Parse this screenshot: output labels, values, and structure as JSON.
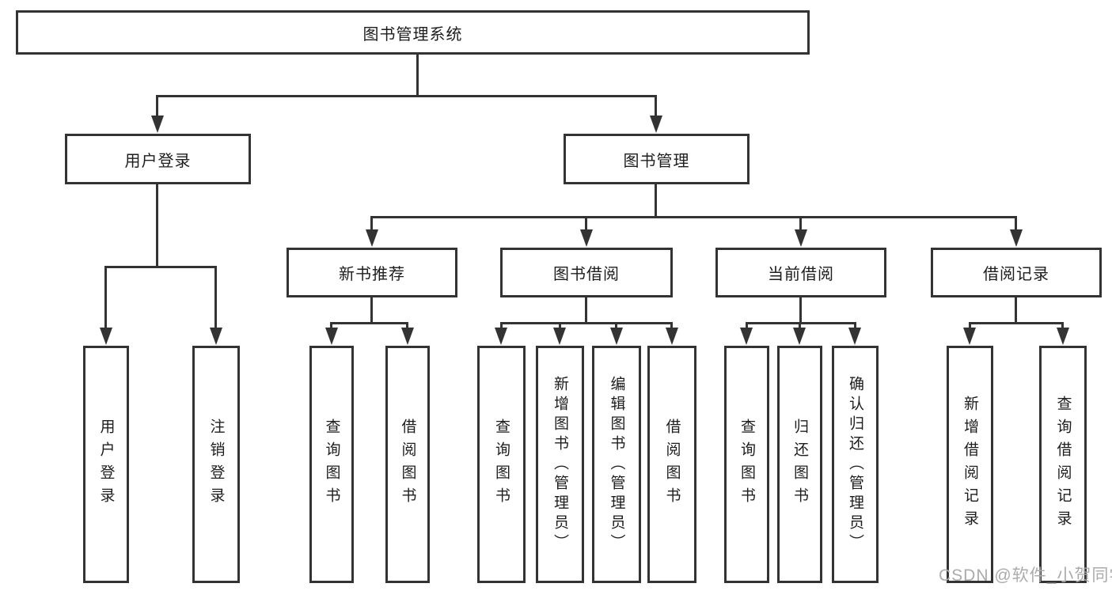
{
  "diagram": {
    "root": {
      "label": "图书管理系统"
    },
    "user_branch": {
      "label": "用户登录",
      "children": [
        "用户登录",
        "注销登录"
      ]
    },
    "book_branch": {
      "label": "图书管理",
      "sections": [
        {
          "label": "新书推荐",
          "children": [
            "查询图书",
            "借阅图书"
          ]
        },
        {
          "label": "图书借阅",
          "children": [
            "查询图书",
            "新增图书（管理员）",
            "编辑图书（管理员）",
            "借阅图书"
          ]
        },
        {
          "label": "当前借阅",
          "children": [
            "查询图书",
            "归还图书",
            "确认归还（管理员）"
          ]
        },
        {
          "label": "借阅记录",
          "children": [
            "新增借阅记录",
            "查询借阅记录"
          ]
        }
      ]
    }
  },
  "watermark": {
    "text": "CSDN @软件_小贺同学"
  },
  "colors": {
    "line": "#333333",
    "text": "#1d1d1d",
    "box_background": "#ffffff",
    "page_background": "#ffffff",
    "watermark": "#ababab"
  }
}
